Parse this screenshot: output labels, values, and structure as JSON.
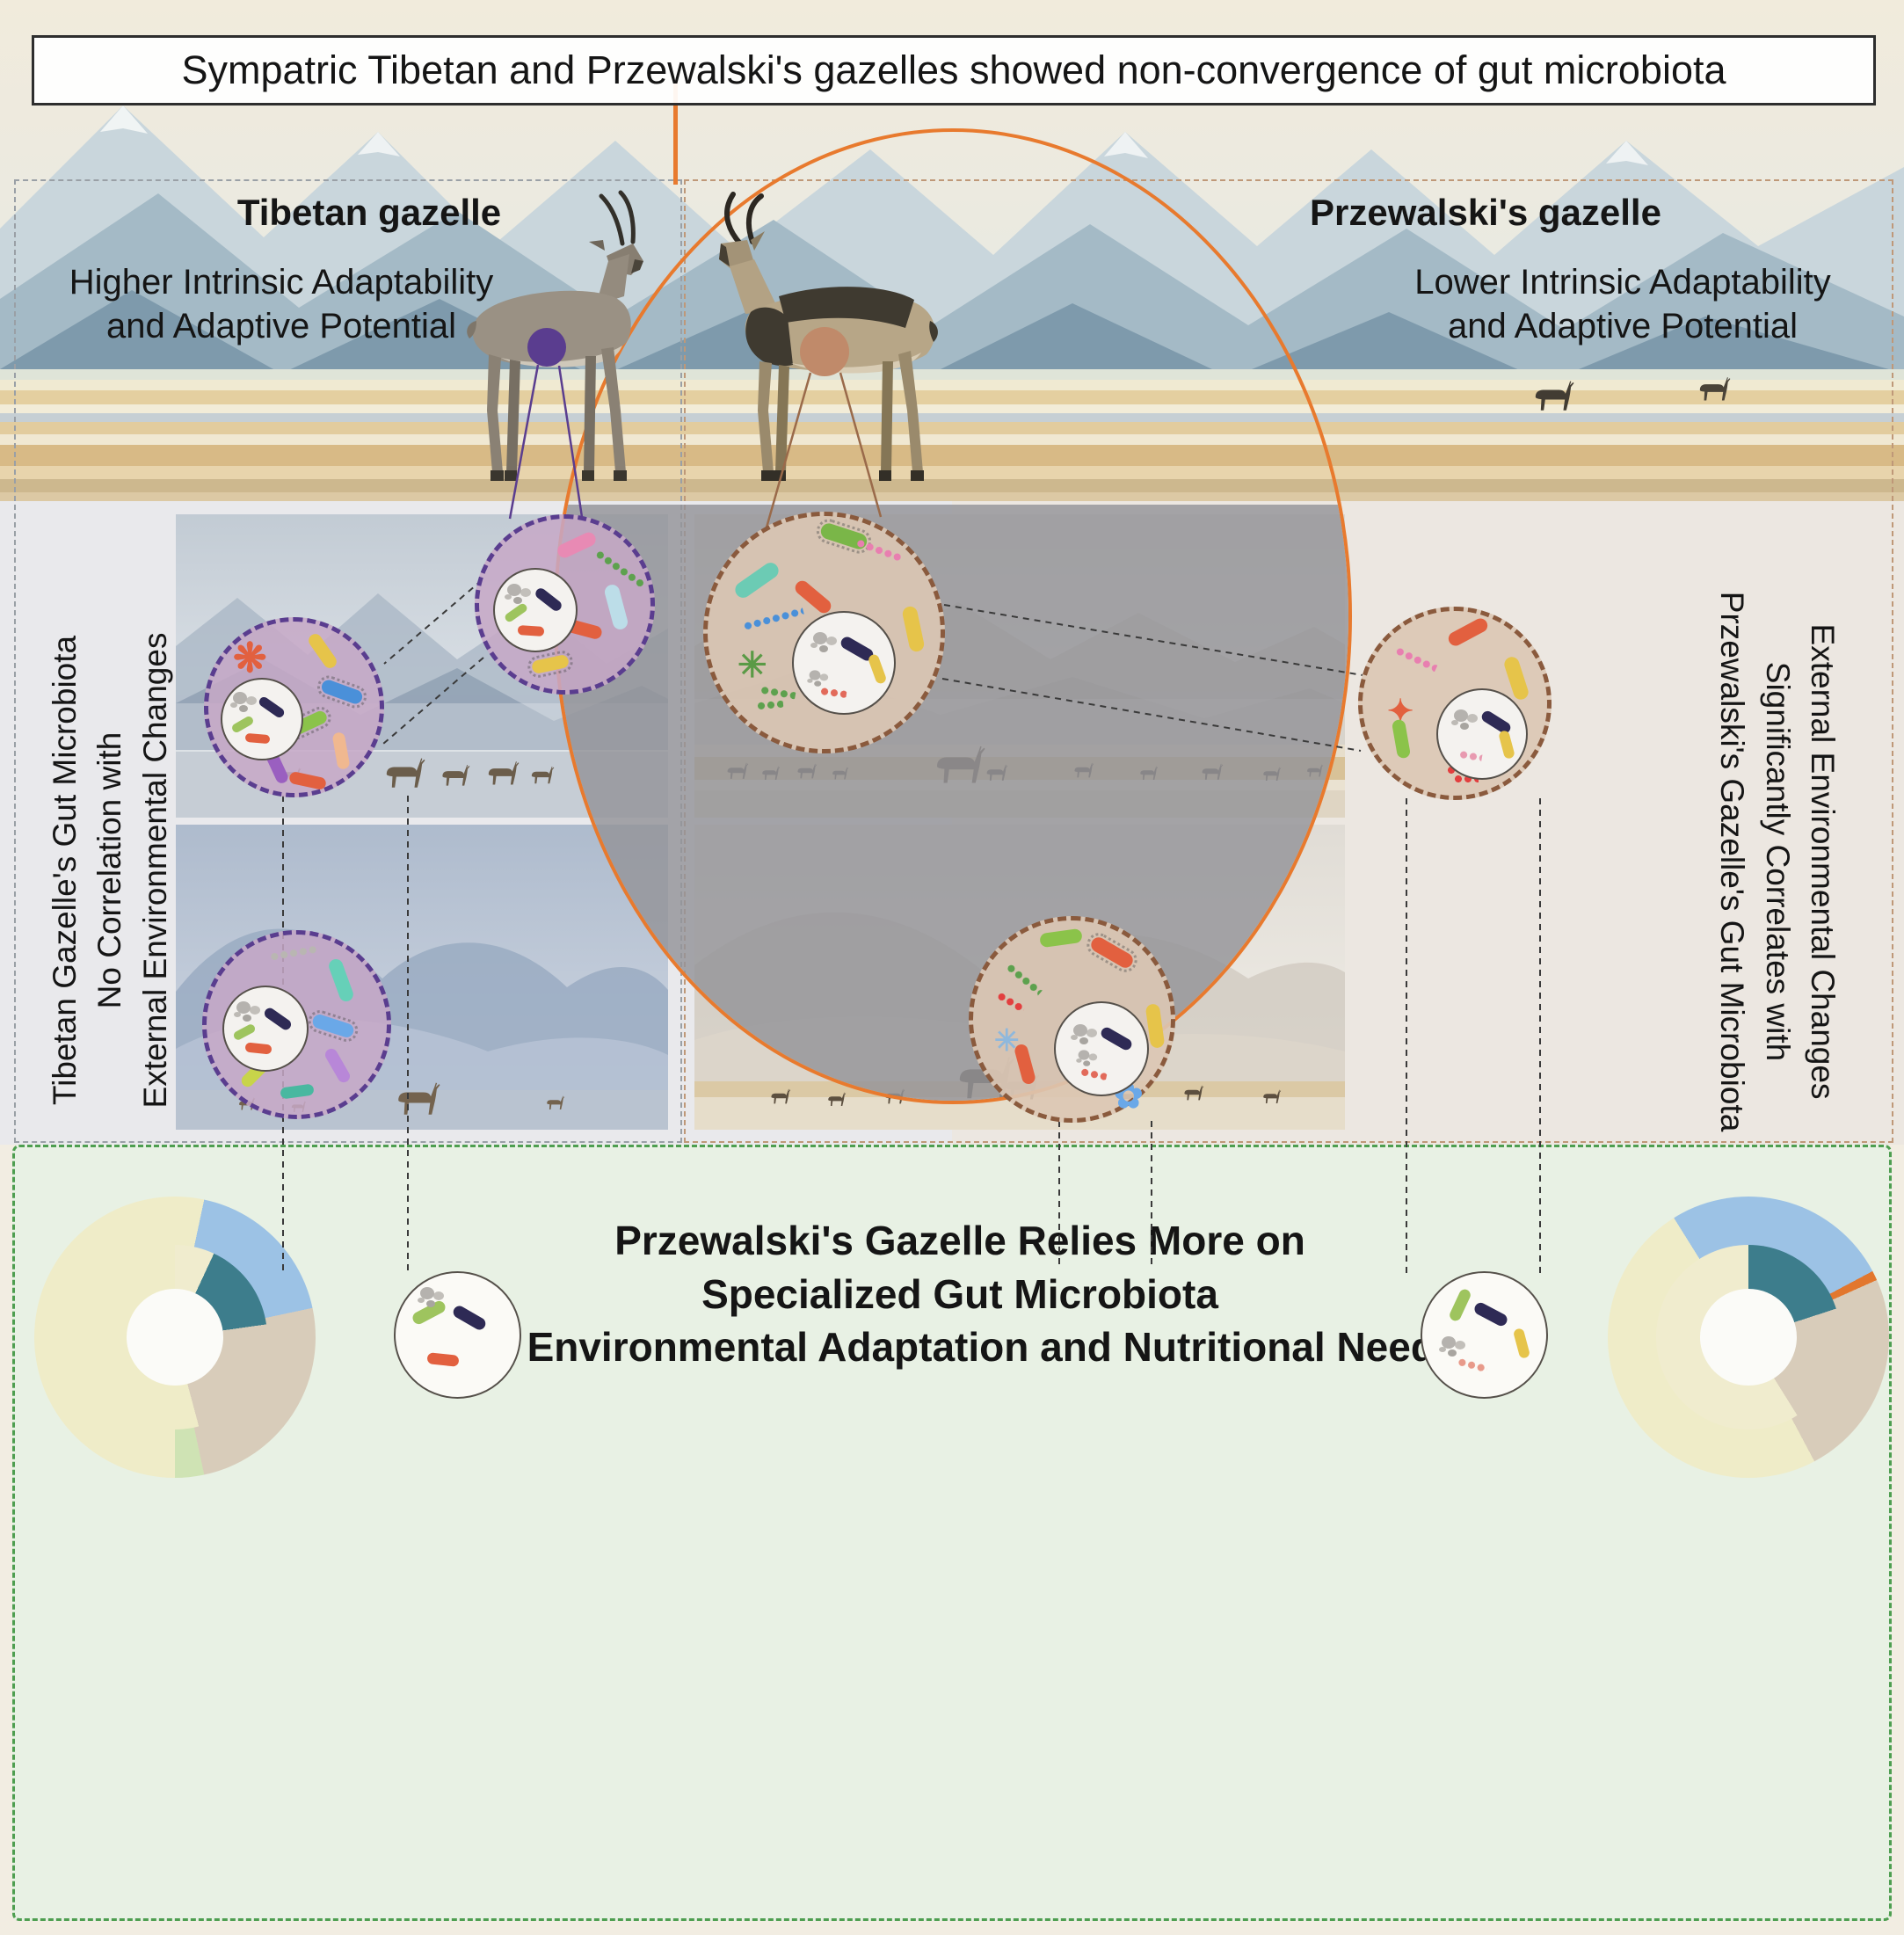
{
  "title": "Sympatric Tibetan and Przewalski's gazelles showed non-convergence of gut microbiota",
  "columns": {
    "tibetan": {
      "heading": "Tibetan gazelle",
      "subtitle": [
        "Higher Intrinsic Adaptability",
        "and Adaptive Potential"
      ],
      "vertical_text": [
        "Tibetan Gazelle's Gut Microbiota",
        "No Correlation with",
        "External Environmental Changes"
      ],
      "accent_color": "#5a3d8f"
    },
    "przewalski": {
      "heading": "Przewalski's gazelle",
      "subtitle": [
        "Lower Intrinsic Adaptability",
        "and Adaptive Potential"
      ],
      "vertical_text": [
        "Przewalski's Gazelle's Gut Microbiota",
        "Significantly Correlates with",
        "External Environmental Changes"
      ],
      "accent_color": "#8a5a3d"
    }
  },
  "bottom": {
    "lines": [
      "Przewalski's Gazelle Relies More on",
      "Specialized Gut Microbiota",
      "for Environmental Adaptation and Nutritional Needs"
    ]
  },
  "icons": {
    "spider_glyph": "❋",
    "star_glyph": "✳",
    "burst_glyph": "✦",
    "flower_glyph": "✿"
  },
  "colors": {
    "ellipse_orange": "#e87a2e",
    "tibetan_purple": "#5a3d8f",
    "przewalski_brown": "#8a5a3d",
    "green_box_border": "#4e9e50",
    "green_box_bg": "#e8f1e4"
  },
  "chart_data": [
    {
      "type": "pie",
      "name": "left-donut",
      "labels_visible": false,
      "unit": "degrees",
      "rings": {
        "outer": [
          {
            "color": "#efecc8",
            "from": 0,
            "to": 12
          },
          {
            "color": "#9cc2e5",
            "from": 12,
            "to": 78
          },
          {
            "color": "#d8ccba",
            "from": 78,
            "to": 168
          },
          {
            "color": "#cfe3b4",
            "from": 168,
            "to": 180
          },
          {
            "color": "#efecc8",
            "from": 180,
            "to": 360
          }
        ],
        "inner": [
          {
            "color": "#f0ecce",
            "from": 0,
            "to": 25
          },
          {
            "color": "#3d7d8c",
            "from": 25,
            "to": 82
          },
          {
            "color": "#d8ccba",
            "from": 82,
            "to": 165
          },
          {
            "color": "#efecc8",
            "from": 165,
            "to": 360
          }
        ]
      }
    },
    {
      "type": "pie",
      "name": "right-donut",
      "labels_visible": false,
      "unit": "degrees",
      "rings": {
        "outer": [
          {
            "color": "#9cc2e5",
            "from": 0,
            "to": 62
          },
          {
            "color": "#e2772e",
            "from": 62,
            "to": 66
          },
          {
            "color": "#d8ccba",
            "from": 66,
            "to": 152
          },
          {
            "color": "#efecc8",
            "from": 152,
            "to": 328
          },
          {
            "color": "#9cc2e5",
            "from": 328,
            "to": 360
          }
        ],
        "inner": [
          {
            "color": "#3d7d8c",
            "from": 0,
            "to": 72
          },
          {
            "color": "#d8ccba",
            "from": 72,
            "to": 148
          },
          {
            "color": "#f0ecce",
            "from": 148,
            "to": 360
          }
        ]
      }
    }
  ]
}
